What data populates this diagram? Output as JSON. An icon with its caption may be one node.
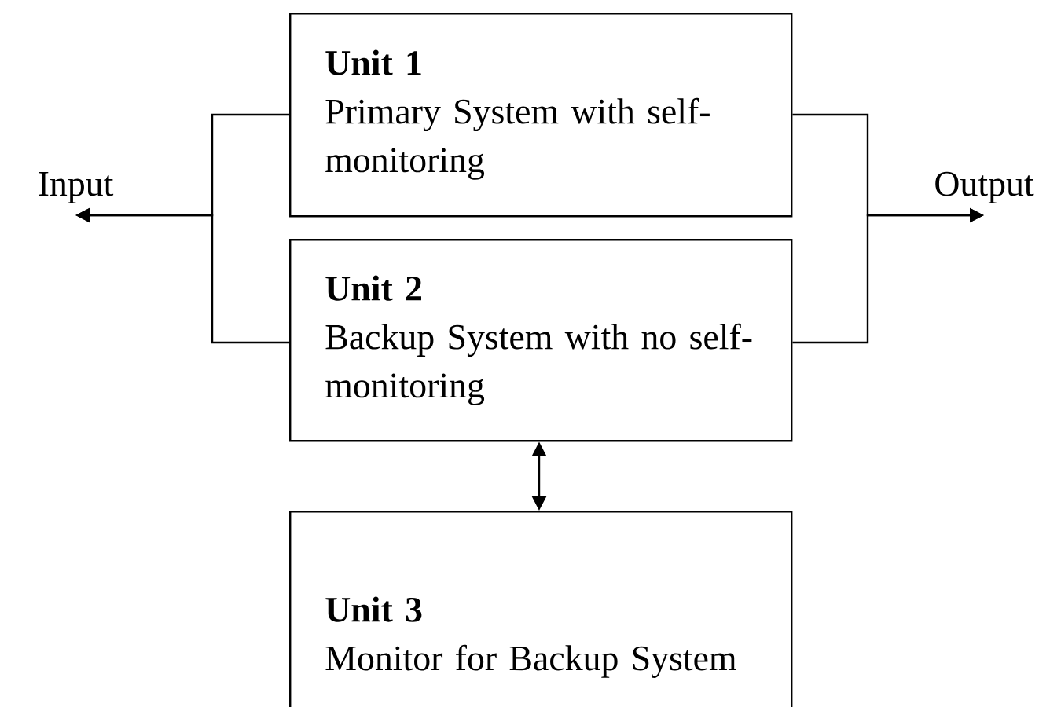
{
  "diagram": {
    "nodes": [
      {
        "text": [
          "Input"
        ]
      },
      {
        "text": [
          "Unit 1",
          "Primary System with self-monitoring"
        ]
      },
      {
        "text": [
          "Unit 2",
          "Backup System with no self-monitoring"
        ]
      },
      {
        "text": [
          "Unit 3",
          "Monitor for Backup System"
        ]
      },
      {
        "text": [
          "Output"
        ]
      }
    ],
    "edges": [
      {
        "from": 1,
        "to": 0,
        "arrow": "to"
      },
      {
        "from": 2,
        "to": 0,
        "arrow": "to"
      },
      {
        "from": 1,
        "to": 4,
        "arrow": "to"
      },
      {
        "from": 2,
        "to": 4,
        "arrow": "to"
      },
      {
        "from": 2,
        "to": 3,
        "arrow": "both"
      }
    ]
  }
}
